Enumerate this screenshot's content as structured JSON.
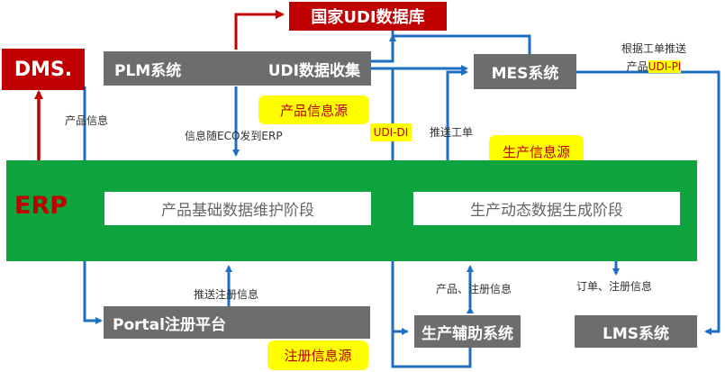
{
  "nodes": {
    "udi_db": "国家UDI数据库",
    "dms": "DMS.",
    "plm": "PLM系统",
    "udi_collect": "UDI数据收集",
    "mes": "MES系统",
    "erp": "ERP",
    "stage_product": "产品基础数据维护阶段",
    "stage_production": "生产动态数据生成阶段",
    "portal": "Portal注册平台",
    "aux": "生产辅助系统",
    "lms": "LMS系统"
  },
  "tags": {
    "product_source": "产品信息源",
    "production_source": "生产信息源",
    "register_source": "注册信息源",
    "udi_di": "UDI-DI"
  },
  "labels": {
    "product_info": "产品信息",
    "eco_to_erp": "信息随ECO发到ERP",
    "push_order": "推送工单",
    "mes_push_line1": "根据工单推送",
    "mes_push_prefix": "产品",
    "mes_push_udi_pi": "UDI-PI",
    "push_register": "推送注册信息",
    "product_register": "产品、注册信息",
    "order_register": "订单、注册信息"
  },
  "colors": {
    "red": "#c00000",
    "blue_arrow": "#1f6fc1",
    "green": "#0ea33c",
    "gray": "#6d6d6d",
    "yellow": "#ffff00"
  }
}
